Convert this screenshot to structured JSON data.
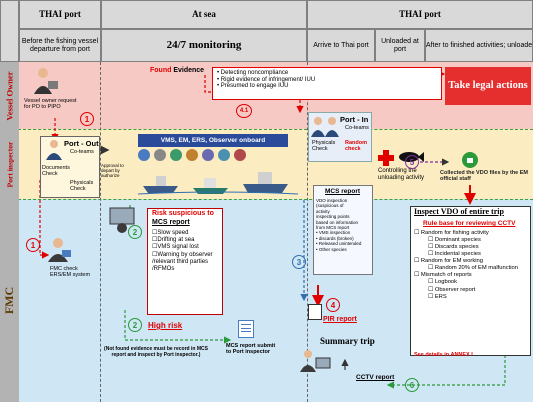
{
  "headers": {
    "thai_port_left": "THAI port",
    "at_sea": "At sea",
    "thai_port_right": "THAI port",
    "col1": "Before the fishing vessel departure from port",
    "col2": "24/7 monitoring",
    "col3": "Arrive to Thai port",
    "col4": "Unloaded at port",
    "col5": "After to finished activities; unloade"
  },
  "lanes": {
    "vessel_owner": "Vessel Owner",
    "port_inspector": "Port inspector",
    "fmc": "FMC"
  },
  "vessel_owner": {
    "request": "Vessel owner request for PO to PIPO",
    "found_evidence_label": "Found",
    "found_evidence_rest": " Evidence",
    "bullets": [
      "Detecting noncompliance",
      "Rigid evidence of infringement/ IUU",
      "Presumed to engage IUU"
    ],
    "take_legal": "Take legal actions"
  },
  "port_out": {
    "title": "Port - Out",
    "sub": "Co-teams",
    "documents": "Documents Check",
    "physicals": "Physicals Check",
    "approval": "Approval to depart by authorize"
  },
  "sea": {
    "vms_banner": "VMS, EM, ERS, Observer onboard"
  },
  "port_in": {
    "title": "Port - In",
    "sub": "Co-teams",
    "physicals": "Physicals Check",
    "random": "Random",
    "check": "check",
    "mcs_report": "MCS report",
    "mcs_text": [
      "VDO inspection",
      "(suspicious of",
      "activity",
      "inspecting points",
      "based on information",
      "from MCS report",
      "• VMS inspection",
      "• discards (broken)",
      "• Released unintended",
      "• Other species"
    ],
    "controlling": "Controlling the unloading activity",
    "collected": "Collected the VDO files by the EM official staff"
  },
  "fmc": {
    "fmc_check": "FMC check ERS/EM system",
    "risk_title": "Risk suspicious to",
    "mcs_report": "MCS report",
    "risk_items": [
      "Slow speed",
      "Drifting at sea",
      "VMS signal lost",
      "Warning by observer /relevant third parties /RFMOs"
    ],
    "high_risk": "High risk",
    "note": "(Not found evidence must be record in MCS report and inspect by Port inspector.)",
    "mcs_submit": "MCS report submit to Port inspector",
    "pir_report": "PIR report",
    "summary": "Summary trip",
    "cctv": "CCTV report"
  },
  "vdo": {
    "title": "Inspect VDO of entire trip",
    "rule": "Rule base for reviewing CCTV",
    "fishing": "Random for fishing activity",
    "fishing_items": [
      "Dominant species",
      "Discards species",
      "Incidental species"
    ],
    "em": "Random for EM working",
    "em_items": [
      "Random 20% of EM malfunction"
    ],
    "mismatch": "Mismatch of reports",
    "mismatch_items": [
      "Logbook",
      "Observer report",
      "ERS"
    ],
    "annex": "See details in ANNEX I"
  },
  "steps": [
    "1",
    "1",
    "2",
    "2",
    "3",
    "4",
    "5",
    "6",
    "4.1"
  ]
}
